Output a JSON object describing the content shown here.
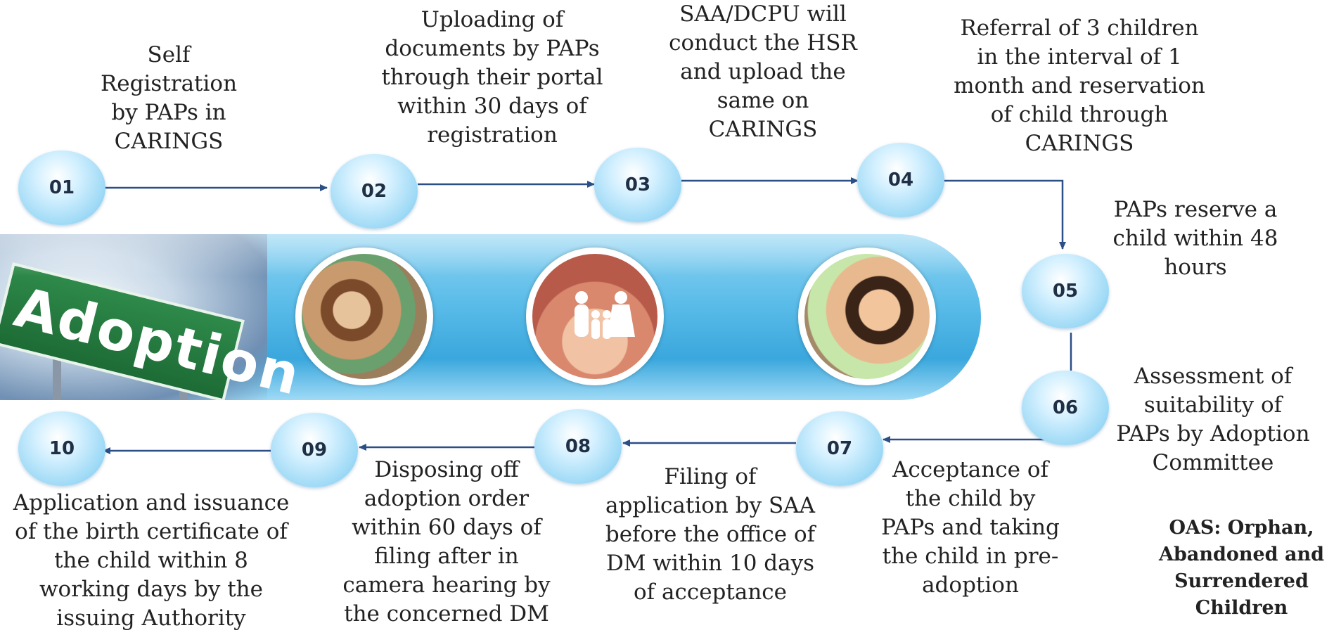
{
  "banner": {
    "sign_text": "Adoption"
  },
  "steps": [
    {
      "num": "01",
      "text": "Self\nRegistration\nby PAPs in\nCARINGS"
    },
    {
      "num": "02",
      "text": "Uploading of\ndocuments by PAPs\nthrough their portal\nwithin 30 days of\nregistration"
    },
    {
      "num": "03",
      "text": "SAA/DCPU will\nconduct the HSR\nand upload the\nsame on\nCARINGS"
    },
    {
      "num": "04",
      "text": "Referral of 3 children\nin the interval of 1\nmonth and reservation\nof child through\nCARINGS"
    },
    {
      "num": "05",
      "text": "PAPs reserve a\nchild within 48\nhours"
    },
    {
      "num": "06",
      "text": "Assessment of\nsuitability of\nPAPs by Adoption\nCommittee"
    },
    {
      "num": "07",
      "text": "Acceptance of\nthe child by\nPAPs and taking\nthe child in pre-\nadoption"
    },
    {
      "num": "08",
      "text": "Filing of\napplication by SAA\nbefore the office of\nDM within 10 days\nof acceptance"
    },
    {
      "num": "09",
      "text": "Disposing off\nadoption order\nwithin 60 days of\nfiling after in\ncamera hearing by\nthe concerned DM"
    },
    {
      "num": "10",
      "text": "Application and issuance\nof the birth certificate of\nthe child within 8\nworking days by the\nissuing Authority"
    }
  ],
  "note": "OAS: Orphan,\nAbandoned and\nSurrendered\nChildren",
  "colors": {
    "arrow": "#2b4f86",
    "oval": "#8fd3f2",
    "banner": "#4cb3e4"
  }
}
